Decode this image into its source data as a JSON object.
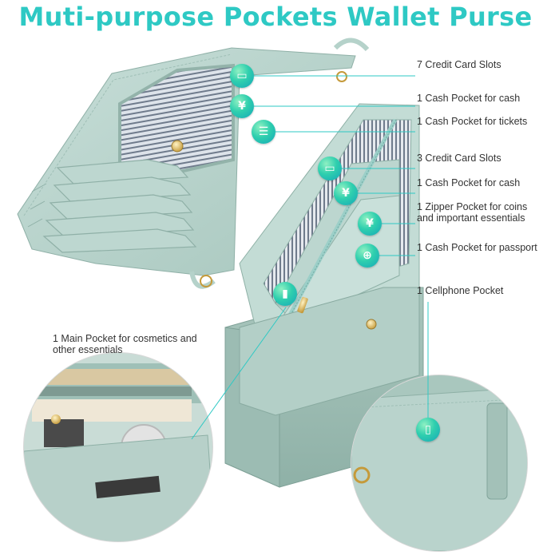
{
  "title": "Muti-purpose Pockets Wallet Purse",
  "callouts": [
    {
      "text": "7 Credit Card Slots",
      "icon": "credit-card-icon"
    },
    {
      "text": "1 Cash Pocket for cash",
      "icon": "yen-icon"
    },
    {
      "text": "1 Cash Pocket for tickets",
      "icon": "ticket-icon"
    },
    {
      "text": "3 Credit Card Slots",
      "icon": "credit-card-icon"
    },
    {
      "text": "1 Cash Pocket for cash",
      "icon": "yen-icon"
    },
    {
      "text": "1 Zipper Pocket for coins and important essentials",
      "icon": "coins-icon"
    },
    {
      "text": "1 Cash Pocket for passport",
      "icon": "passport-icon"
    },
    {
      "text": "1 Cellphone Pocket",
      "icon": "cellphone-icon"
    },
    {
      "text": "1 Main Pocket for cosmetics and other essentials",
      "icon": "lipstick-icon"
    }
  ],
  "colors": {
    "accent": "#2ec9c4",
    "leather": "#b6d3cb",
    "leather_dark": "#8fb3aa",
    "leather_light": "#cfe5df",
    "lining_stripe": "#6d7a8a",
    "callout_line": "#2ec9c4"
  }
}
